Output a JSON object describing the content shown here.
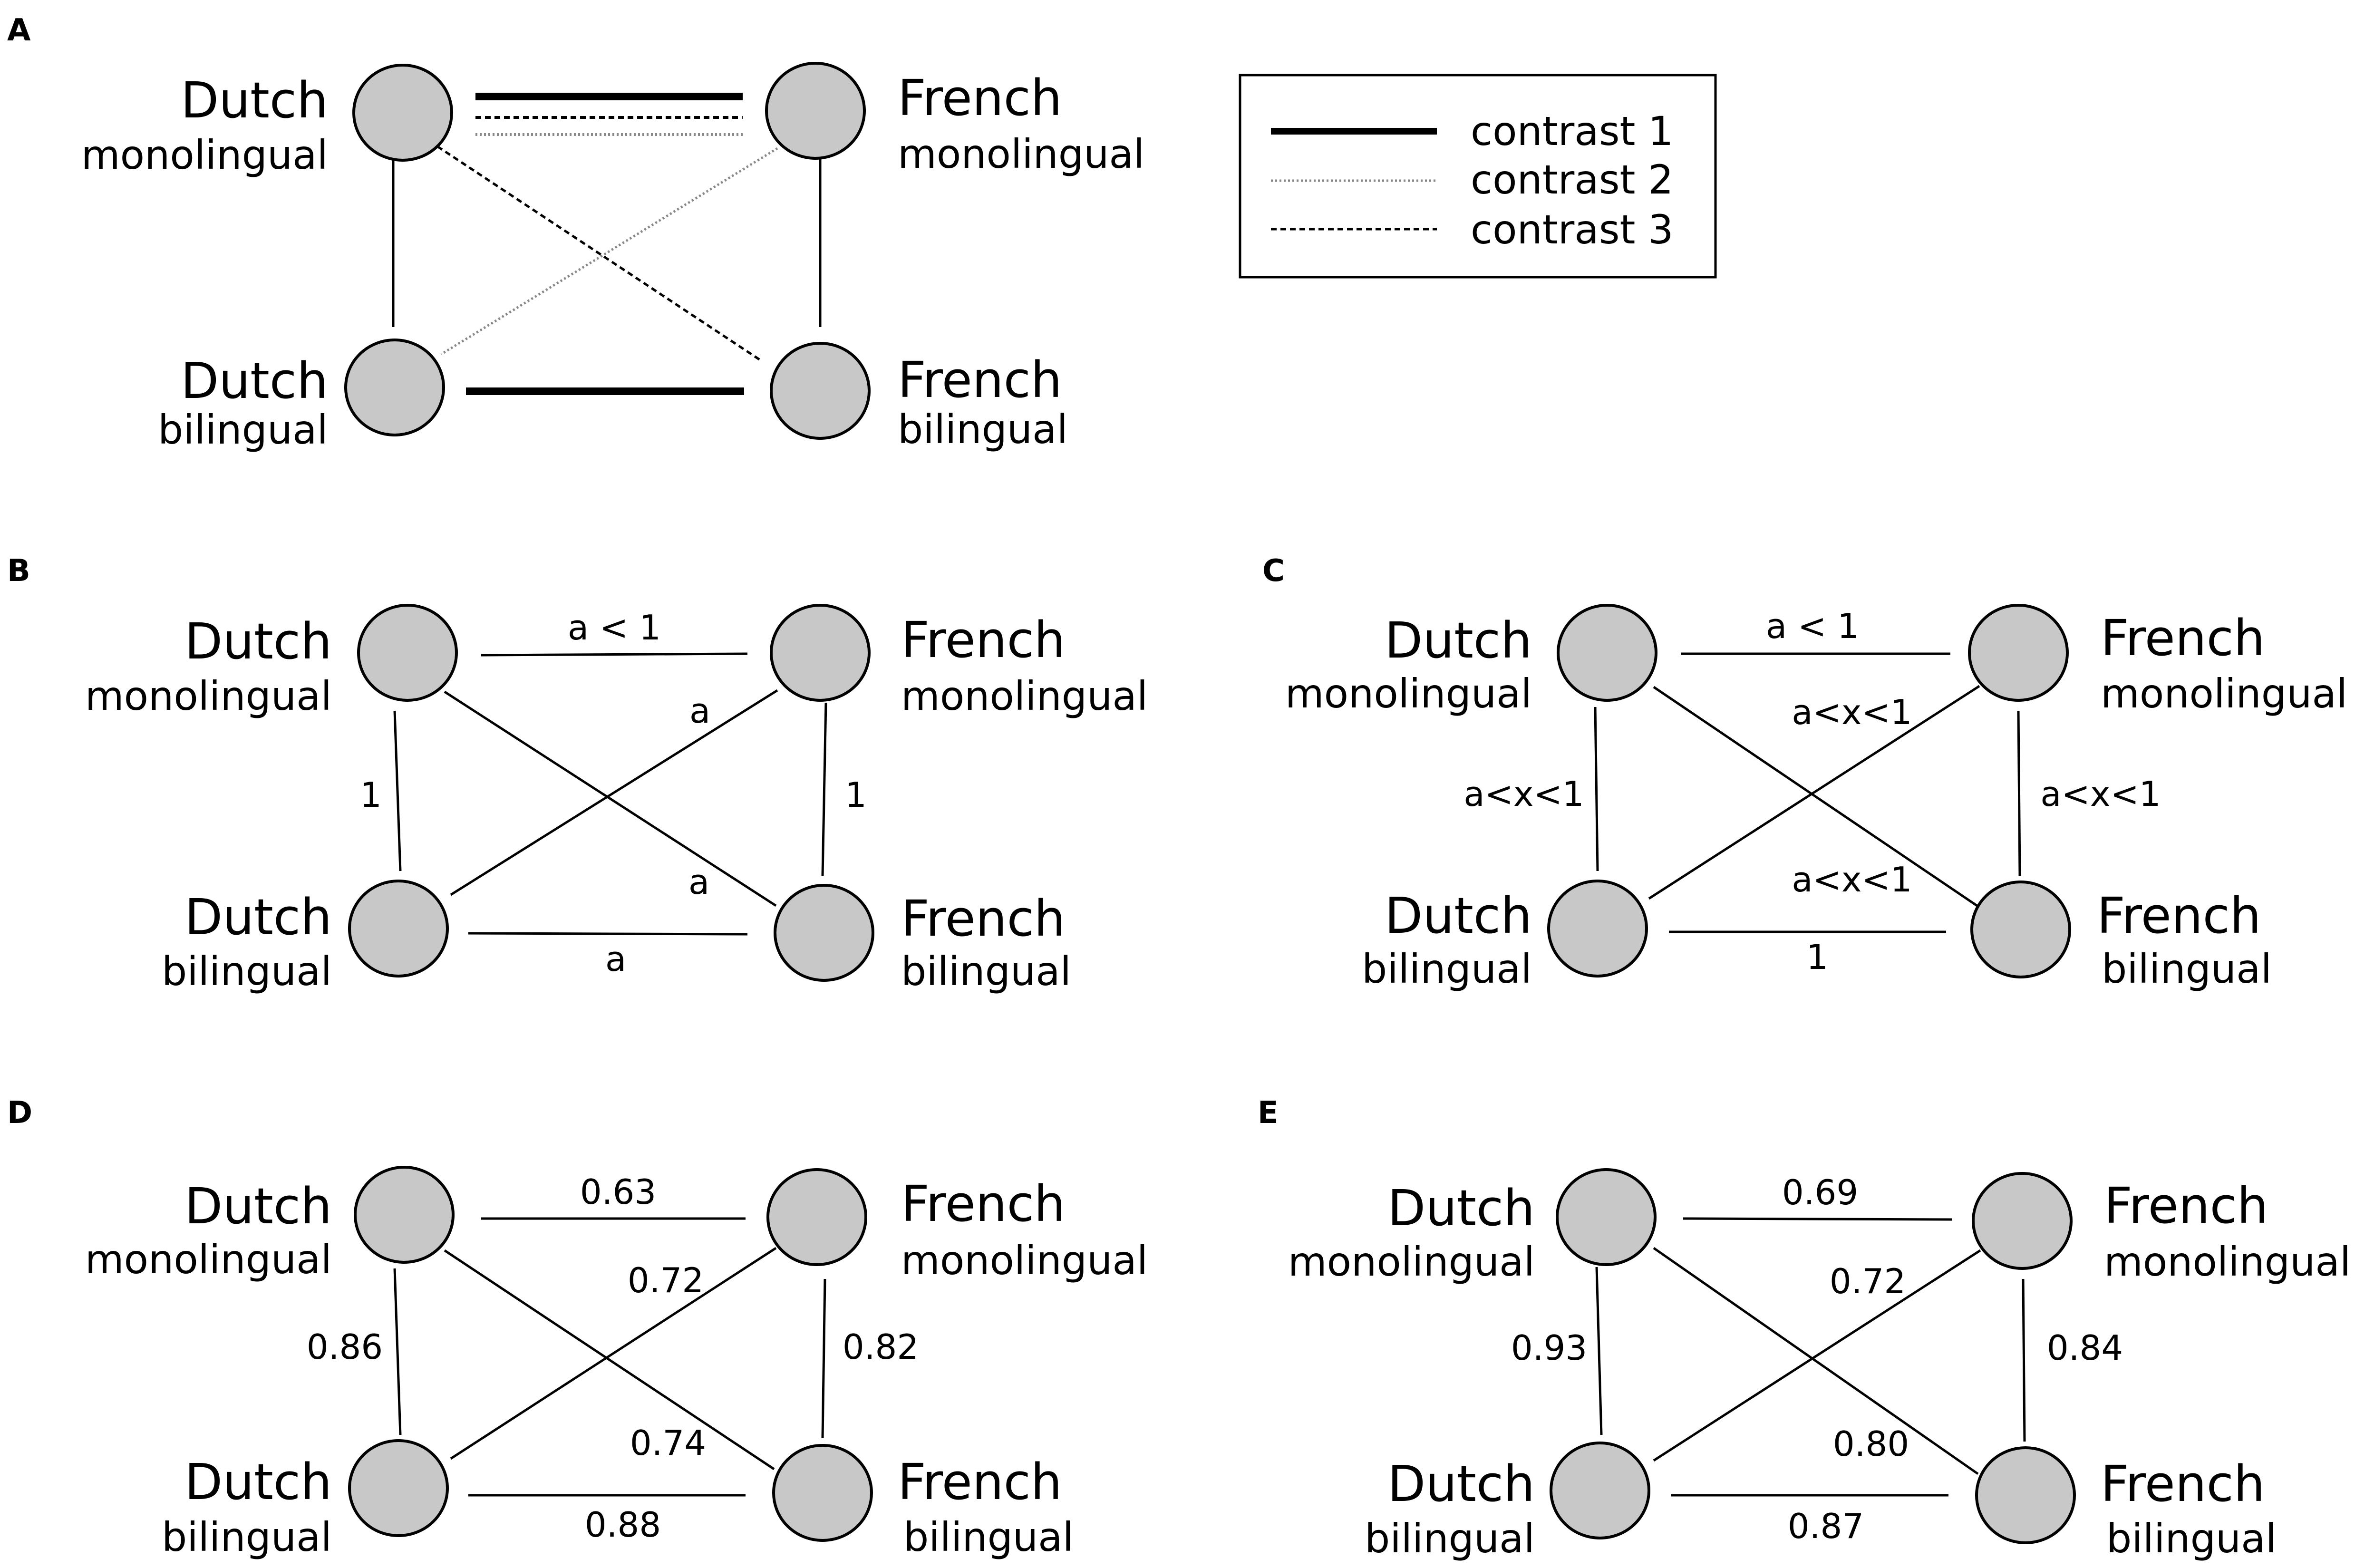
{
  "colors": {
    "node_fill": "#c8c8c8",
    "node_stroke": "#000000",
    "line": "#000000",
    "dotted_gray": "#888888"
  },
  "nodes": {
    "dm": {
      "language": "Dutch",
      "group": "monolingual"
    },
    "fm": {
      "language": "French",
      "group": "monolingual"
    },
    "db": {
      "language": "Dutch",
      "group": "bilingual"
    },
    "fb": {
      "language": "French",
      "group": "bilingual"
    }
  },
  "legend": {
    "items": [
      {
        "label": "contrast 1",
        "style": "thick-solid"
      },
      {
        "label": "contrast 2",
        "style": "gray-dotted"
      },
      {
        "label": "contrast 3",
        "style": "black-dashed"
      }
    ]
  },
  "panels": [
    {
      "letter": "A"
    },
    {
      "letter": "B",
      "labels": {
        "top": "a < 1",
        "bottom": "a",
        "left": "1",
        "right": "1",
        "diag_up": "a",
        "diag_down": "a"
      }
    },
    {
      "letter": "C",
      "labels": {
        "top": "a < 1",
        "bottom": "1",
        "left": "a<x<1",
        "right": "a<x<1",
        "diag_up": "a<x<1",
        "diag_down": "a<x<1"
      }
    },
    {
      "letter": "D",
      "labels": {
        "top": "0.63",
        "bottom": "0.88",
        "left": "0.86",
        "right": "0.82",
        "diag_up": "0.72",
        "diag_down": "0.74"
      }
    },
    {
      "letter": "E",
      "labels": {
        "top": "0.69",
        "bottom": "0.87",
        "left": "0.93",
        "right": "0.84",
        "diag_up": "0.72",
        "diag_down": "0.80"
      }
    }
  ]
}
